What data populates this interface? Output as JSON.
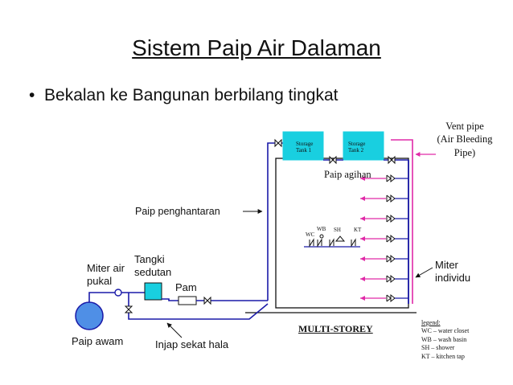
{
  "slide": {
    "title": "Sistem Paip Air Dalaman",
    "bullet": "Bekalan ke Bangunan berbilang tingkat"
  },
  "labels": {
    "vent_pipe": [
      "Vent pipe",
      "(Air Bleeding",
      "Pipe)"
    ],
    "storage_tank_1": [
      "Storage",
      "Tank 1"
    ],
    "storage_tank_2": [
      "Storage",
      "Tank 2"
    ],
    "paip_agihan": "Paip agihan",
    "paip_penghantaran": "Paip penghantaran",
    "tangki_sedutan": [
      "Tangki",
      "sedutan"
    ],
    "miter_air_pukal": [
      "Miter air",
      "pukal"
    ],
    "pam": "Pam",
    "paip_awam": "Paip awam",
    "injap_sekat_hala": "Injap sekat hala",
    "miter_individu": [
      "Miter",
      "individu"
    ],
    "multi_storey": "MULTI-STOREY",
    "fixtures": {
      "wc": "WC",
      "wb": "WB",
      "sh": "SH",
      "kt": "KT"
    }
  },
  "legend": {
    "heading": "legend:",
    "items": [
      "WC – water closet",
      "WB – wash basin",
      "SH – shower",
      "KT – kitchen tap"
    ]
  },
  "colors": {
    "pipe_blue": "#1a1aa8",
    "vent_magenta": "#e02aa8",
    "tank_cyan": "#19cfe0",
    "public_main": "#4f8fe6"
  }
}
